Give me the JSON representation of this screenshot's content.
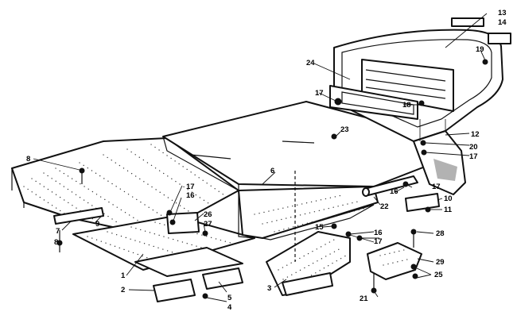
{
  "callouts": [
    "1",
    "2",
    "3",
    "4",
    "5",
    "6",
    "7",
    "8",
    "8",
    "9",
    "10",
    "11",
    "12",
    "13",
    "14",
    "15",
    "16",
    "16",
    "16",
    "17",
    "17",
    "17",
    "17",
    "17",
    "18",
    "19",
    "20",
    "21",
    "22",
    "23",
    "24",
    "25",
    "26",
    "27",
    "28",
    "29"
  ]
}
